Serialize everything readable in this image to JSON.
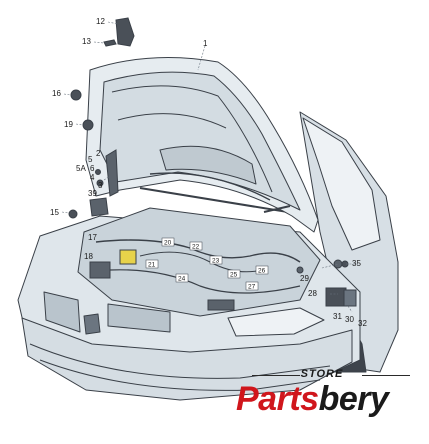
{
  "diagram": {
    "callouts": [
      {
        "id": "c-1",
        "label": "1"
      },
      {
        "id": "c-12",
        "label": "12"
      },
      {
        "id": "c-13",
        "label": "13"
      },
      {
        "id": "c-16",
        "label": "16"
      },
      {
        "id": "c-19",
        "label": "19"
      },
      {
        "id": "c-5",
        "label": "5"
      },
      {
        "id": "c-2",
        "label": "2"
      },
      {
        "id": "c-5a",
        "label": "5A"
      },
      {
        "id": "c-6",
        "label": "6"
      },
      {
        "id": "c-4",
        "label": "4"
      },
      {
        "id": "c-3",
        "label": "3"
      },
      {
        "id": "c-39",
        "label": "39"
      },
      {
        "id": "c-15",
        "label": "15"
      },
      {
        "id": "c-18",
        "label": "18"
      },
      {
        "id": "c-17",
        "label": "17"
      },
      {
        "id": "c-29",
        "label": "29"
      },
      {
        "id": "c-35",
        "label": "35"
      },
      {
        "id": "c-28",
        "label": "28"
      },
      {
        "id": "c-31",
        "label": "31"
      },
      {
        "id": "c-30",
        "label": "30"
      },
      {
        "id": "c-32",
        "label": "32"
      }
    ],
    "small_labels": [
      "20",
      "22",
      "21",
      "23",
      "24",
      "25",
      "26",
      "27"
    ]
  },
  "watermark": {
    "store": "STORE",
    "brand_red": "Parts",
    "brand_dark": "bery"
  },
  "colors": {
    "line": "#3a4048",
    "body_fill": "#dfe6eb",
    "body_shade": "#c9d3da",
    "hood_fill": "#e6ecf0",
    "dark_fill": "#4a5058",
    "brand_red": "#d0161c"
  }
}
